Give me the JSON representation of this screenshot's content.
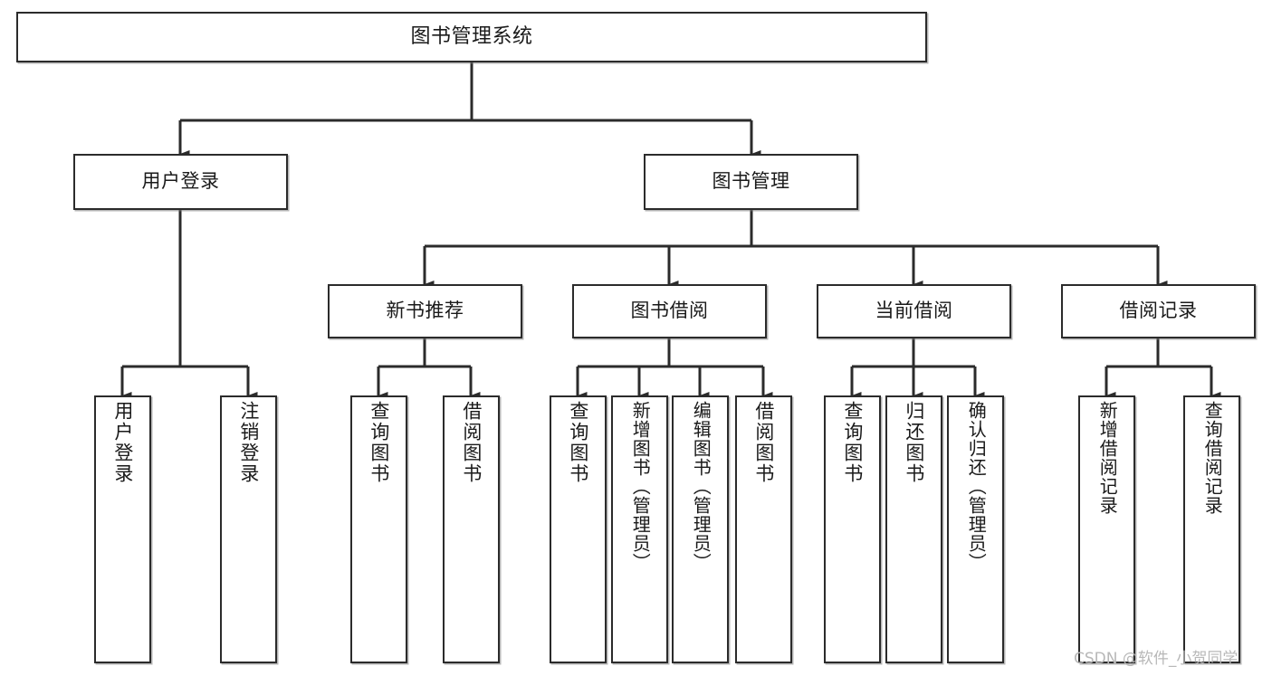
{
  "diagram": {
    "type": "tree-hierarchy",
    "title": "图书管理系统",
    "orientation": "top-down",
    "colors": {
      "box_border": "#2b2b2b",
      "box_fill": "#ffffff",
      "connector": "#2b2b2b",
      "watermark": "#b8b8b8",
      "background": "#ffffff"
    },
    "levels": [
      {
        "level": 0,
        "nodes": [
          {
            "id": "root",
            "label": "图书管理系统",
            "text_orientation": "horizontal"
          }
        ]
      },
      {
        "level": 1,
        "nodes": [
          {
            "id": "user-login",
            "label": "用户登录",
            "text_orientation": "horizontal",
            "parent": "root"
          },
          {
            "id": "book-manage",
            "label": "图书管理",
            "text_orientation": "horizontal",
            "parent": "root"
          }
        ]
      },
      {
        "level": 2,
        "nodes": [
          {
            "id": "new-book-rec",
            "label": "新书推荐",
            "text_orientation": "horizontal",
            "parent": "book-manage"
          },
          {
            "id": "book-borrow",
            "label": "图书借阅",
            "text_orientation": "horizontal",
            "parent": "book-manage"
          },
          {
            "id": "current-borrow",
            "label": "当前借阅",
            "text_orientation": "horizontal",
            "parent": "book-manage"
          },
          {
            "id": "borrow-record",
            "label": "借阅记录",
            "text_orientation": "horizontal",
            "parent": "book-manage"
          }
        ]
      },
      {
        "level": 3,
        "nodes": [
          {
            "id": "leaf-user-login",
            "label": "用户登录",
            "text_orientation": "vertical",
            "parent": "user-login"
          },
          {
            "id": "leaf-user-logout",
            "label": "注销登录",
            "text_orientation": "vertical",
            "parent": "user-login"
          },
          {
            "id": "leaf-query-book-1",
            "label": "查询图书",
            "text_orientation": "vertical",
            "parent": "new-book-rec"
          },
          {
            "id": "leaf-borrow-book-1",
            "label": "借阅图书",
            "text_orientation": "vertical",
            "parent": "new-book-rec"
          },
          {
            "id": "leaf-query-book-2",
            "label": "查询图书",
            "text_orientation": "vertical",
            "parent": "book-borrow"
          },
          {
            "id": "leaf-add-book",
            "label": "新增图书（管理员）",
            "text_orientation": "vertical",
            "parent": "book-borrow"
          },
          {
            "id": "leaf-edit-book",
            "label": "编辑图书（管理员）",
            "text_orientation": "vertical",
            "parent": "book-borrow"
          },
          {
            "id": "leaf-borrow-book-2",
            "label": "借阅图书",
            "text_orientation": "vertical",
            "parent": "book-borrow"
          },
          {
            "id": "leaf-query-book-3",
            "label": "查询图书",
            "text_orientation": "vertical",
            "parent": "current-borrow"
          },
          {
            "id": "leaf-return-book",
            "label": "归还图书",
            "text_orientation": "vertical",
            "parent": "current-borrow"
          },
          {
            "id": "leaf-confirm-return",
            "label": "确认归还（管理员）",
            "text_orientation": "vertical",
            "parent": "current-borrow"
          },
          {
            "id": "leaf-add-record",
            "label": "新增借阅记录",
            "text_orientation": "vertical",
            "parent": "borrow-record"
          },
          {
            "id": "leaf-query-record",
            "label": "查询借阅记录",
            "text_orientation": "vertical",
            "parent": "borrow-record"
          }
        ]
      }
    ]
  },
  "watermark": {
    "text": "CSDN @软件_小贺同学"
  }
}
